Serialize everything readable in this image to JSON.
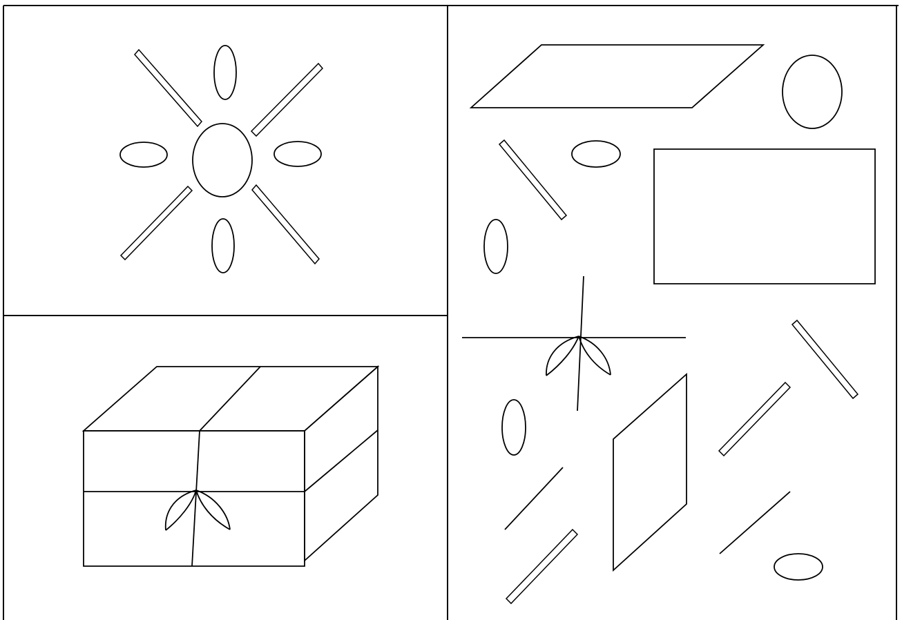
{
  "colors": {
    "stroke": "#000000",
    "background": "#ffffff"
  },
  "panels": [
    {
      "name": "sun",
      "shapes": [
        "circle",
        "ellipse",
        "bar"
      ]
    },
    {
      "name": "gift-box",
      "shapes": [
        "box",
        "ribbon",
        "bow"
      ]
    },
    {
      "name": "scattered-pieces",
      "shapes": [
        "parallelogram",
        "circle",
        "ellipse",
        "rectangle",
        "bar",
        "line",
        "bow"
      ]
    }
  ]
}
